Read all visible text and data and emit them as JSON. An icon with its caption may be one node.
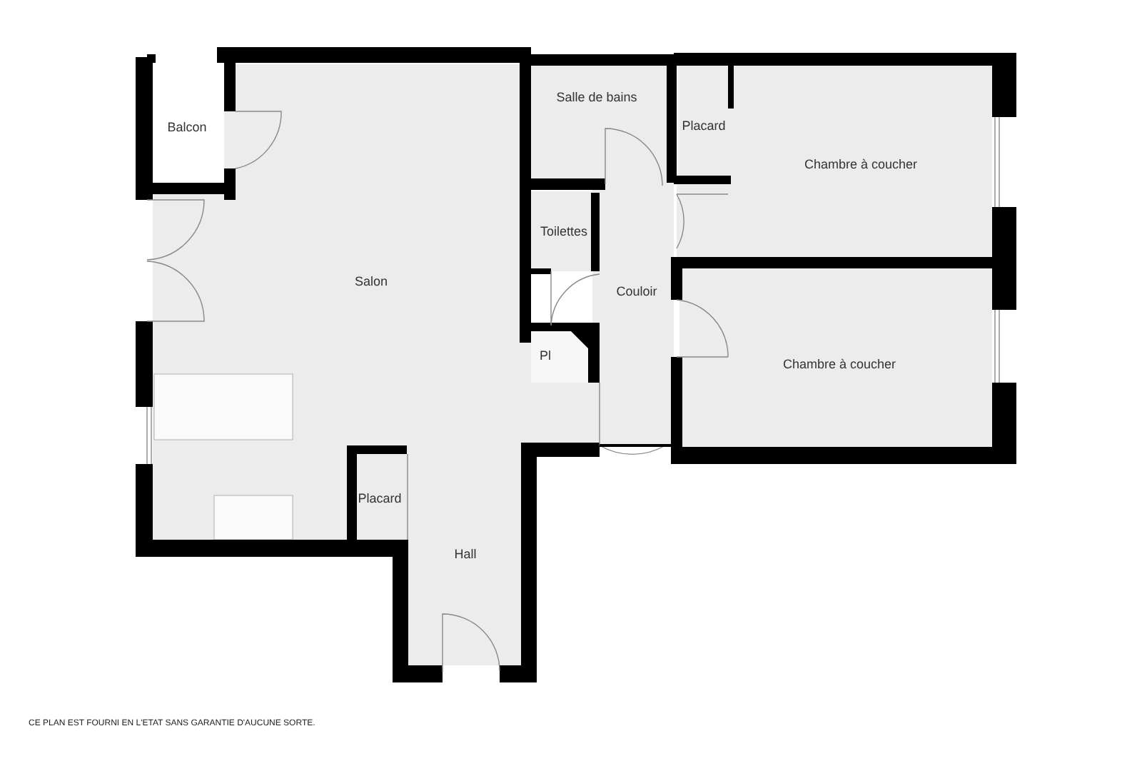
{
  "diagram": {
    "nodes": [
      {
        "text": [
          "Balcon"
        ],
        "in": 1
      },
      {
        "text": [
          "Salon"
        ]
      },
      {
        "text": [
          "Salle de bains"
        ]
      },
      {
        "text": [
          "Placard"
        ]
      },
      {
        "text": [
          "Chambre à coucher"
        ]
      },
      {
        "text": [
          "Toilettes"
        ]
      },
      {
        "text": [
          "Couloir"
        ]
      },
      {
        "text": [
          "Pl"
        ]
      },
      {
        "text": [
          "Chambre à coucher"
        ]
      },
      {
        "text": [
          "Placard"
        ],
        "in": 1
      },
      {
        "text": [
          "Hall"
        ]
      }
    ],
    "labels": [
      "CE PLAN EST FOURNI EN L'ETAT SANS GARANTIE D'AUCUNE SORTE."
    ]
  }
}
